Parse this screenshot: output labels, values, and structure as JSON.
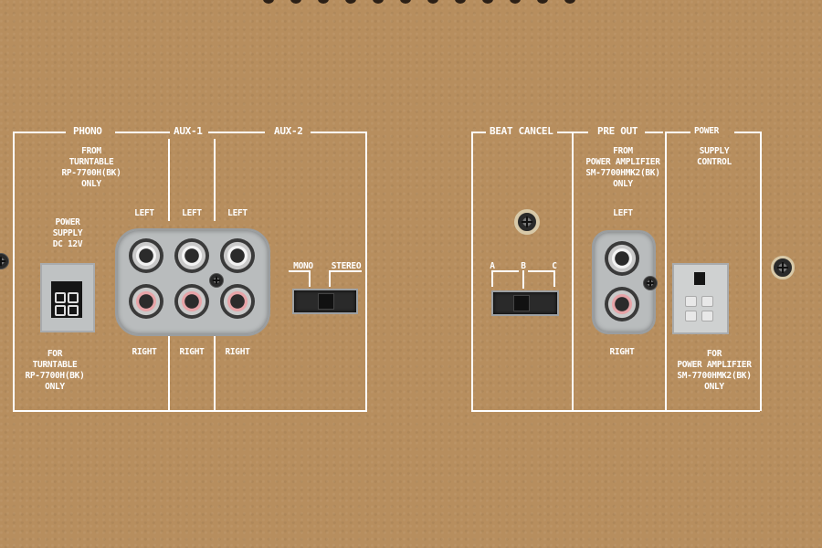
{
  "colors": {
    "board": "#b78e5e",
    "print": "#ffffff",
    "jack_white": "#f3f3f3",
    "jack_red": "#e7a3a7"
  },
  "phono": {
    "title": "PHONO",
    "from_line1": "FROM",
    "from_line2": "TURNTABLE",
    "from_line3": "RP-7700H(BK)",
    "from_line4": "ONLY",
    "power_line1": "POWER",
    "power_line2": "SUPPLY",
    "power_line3": "DC 12V",
    "for_line1": "FOR",
    "for_line2": "TURNTABLE",
    "for_line3": "RP-7700H(BK)",
    "for_line4": "ONLY",
    "left": "LEFT",
    "right": "RIGHT"
  },
  "aux1": {
    "title": "AUX-1",
    "left": "LEFT",
    "right": "RIGHT"
  },
  "aux2": {
    "title": "AUX-2",
    "left": "LEFT",
    "right": "RIGHT",
    "mono": "MONO",
    "stereo": "STEREO"
  },
  "beat_cancel": {
    "title": "BEAT CANCEL",
    "a": "A",
    "b": "B",
    "c": "C"
  },
  "pre_out": {
    "title": "PRE OUT",
    "from_line1": "FROM",
    "from_line2": "POWER AMPLIFIER",
    "from_line3": "SM-7700HMK2(BK)",
    "from_line4": "ONLY",
    "left": "LEFT",
    "right": "RIGHT"
  },
  "power": {
    "title": "POWER",
    "supply_line1": "SUPPLY",
    "supply_line2": "CONTROL",
    "for_line1": "FOR",
    "for_line2": "POWER AMPLIFIER",
    "for_line3": "SM-7700HMK2(BK)",
    "for_line4": "ONLY"
  }
}
